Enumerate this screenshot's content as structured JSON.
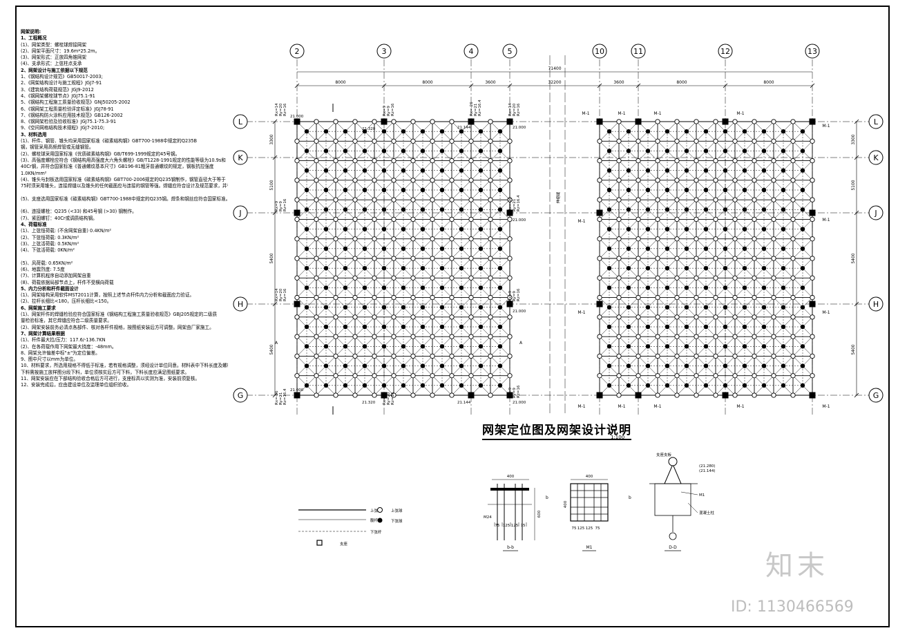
{
  "notes": [
    {
      "text": "网架说明:",
      "bold": true
    },
    {
      "text": "1、工程概况",
      "bold": true
    },
    {
      "text": "    (1)、网架类型：螺栓球焊接网架"
    },
    {
      "text": "    (2)、网架平面尺寸：19.6m*25.2m。"
    },
    {
      "text": "    (3)、网架形式：正放四角锥网架"
    },
    {
      "text": "    (4)、支承形式：上弦柱点支承"
    },
    {
      "text": "2、网架设计与施工依据以下规范",
      "bold": true
    },
    {
      "text": "  1、《钢结构设计规范》GB50017-2003;"
    },
    {
      "text": "  2、《网架结构设计与施工规程》JGJ7-91"
    },
    {
      "text": "  3、《建筑结构荷载规范》JGJ9-2012"
    },
    {
      "text": "  4、《钢网架螺栓球节点》JGJ75.1-91"
    },
    {
      "text": "  5、《钢结构工程施工质量验收规范》GNJ50205-2002"
    },
    {
      "text": "  6、《钢网架工程质量检验评定标准》JGJ78-91"
    },
    {
      "text": "  7、《钢结构防火涂料应用技术规范》GB126-2002"
    },
    {
      "text": "  8、《钢网架检验及验收标准》JGJ75.1-75.3-91"
    },
    {
      "text": "  9、《空间网格结构技术规程》JGJ7-2010;"
    },
    {
      "text": "3、材料选用",
      "bold": true
    },
    {
      "text": "    (1)、杆件、钢管、锥头均采用国家标准《碳素结构钢》GBT700-1988中规定的Q235B"
    },
    {
      "text": "钢，钢管采用高频焊管或无缝钢管。"
    },
    {
      "text": "    (2)、螺栓球采用国家标准《优质碳素结构钢》GB/T699-1999规定的45号钢。"
    },
    {
      "text": "    (3)、高强度螺栓应符合《钢结构用高强度大六角头螺栓》GB/T1228-1991规定的性能等级为10.9s和"
    },
    {
      "text": "40Cr钢，并符合国家标准《普通螺纹基本尺寸》GB196-81粗牙普通螺纹的规定，钢板抗拉强度"
    },
    {
      "text": "1.0KN/mm²"
    },
    {
      "text": "    (4)、锥头与封板选用国家标准《碳素结构钢》GBT700-2006规定的Q235钢制作，钢管直径大于等于"
    },
    {
      "text": "75时须采用锥头，连接焊缝以及锥头的任何截面应与连接的钢管等强。焊缝应符合设计及规范要求，并有试验报告。"
    },
    {
      "text": ""
    },
    {
      "text": "    (5)、支座选用国家标准《碳素结构钢》GBT700-1988中规定的Q235钢。焊条和钢丝应符合国家标准。"
    },
    {
      "text": ""
    },
    {
      "text": "    (6)、连接螺栓：Q235 (<33) 和45号钢 (>30) 钢制作。"
    },
    {
      "text": "    (7)、紧固螺钉：40Cr或调质结构钢。"
    },
    {
      "text": "4、荷载标准",
      "bold": true
    },
    {
      "text": "    (1)、上弦恒荷载: (不含网架自重)      0.4KN/m²"
    },
    {
      "text": "    (2)、下弦恒荷载:                        0.3KN/m²"
    },
    {
      "text": "    (3)、上弦活荷载:                        0.5KN/m²"
    },
    {
      "text": "    (4)、下弦活荷载:                        0KN/m²"
    },
    {
      "text": ""
    },
    {
      "text": "    (5)、风荷载:                            0.65KN/m²"
    },
    {
      "text": "    (6)、地震烈度:                          7.5度"
    },
    {
      "text": "    (7)、计算机程序自动添加网架自重"
    },
    {
      "text": "    (8)、荷载依据局部节点上，杆件不受横向荷载"
    },
    {
      "text": "5、内力分析和杆件截面设计",
      "bold": true
    },
    {
      "text": "    (1)、网架结构采用软件MST2011计算，按照上述节点杆件内力分析和截面应力验证。"
    },
    {
      "text": "    (2)、拉杆长细比<180，压杆长细比<150。"
    },
    {
      "text": "6、网架施工要求",
      "bold": true
    },
    {
      "text": "    (1)、网架杆件的焊缝检验应符合国家标准《钢结构工程施工质量验收规范》GBJ205规定的二级质"
    },
    {
      "text": "量检验标准，其它焊缝应符合二级质量要求。"
    },
    {
      "text": "    (2)、网架安装前务必清点各部件、核对各杆件规格，按图纸安装后方可调整。网架由厂家施工。"
    },
    {
      "text": "7、网架计算结果根据",
      "bold": true
    },
    {
      "text": "    (1)、杆件最大拉/压力：117.6/-136.7KN"
    },
    {
      "text": "    (2)、在各荷载作用下网架最大挠度：-48mm。"
    },
    {
      "text": "8、网架允许偏差中标\"±\"为定位偏差。"
    },
    {
      "text": "9、图中尺寸以mm为单位。"
    },
    {
      "text": "10、材料要求，所选用规格不得低于标准，若有规格调整，须经设计单位同意。材料表中下料长度及螺栓下料长度，"
    },
    {
      "text": "    下料需按施工放样图分段下料，单位须核实后方可下料，下料长度应满足图纸要求。"
    },
    {
      "text": "11、网架安装应在下部结构验收合格后方可进行，支座标高以实测为准，安装前须复核。"
    },
    {
      "text": "12、安装完成后，应由建设单位及监理单位组织验收。"
    }
  ],
  "plan": {
    "caption": "网架定位图及网架设计说明",
    "caption_scale": "1:100",
    "columns": [
      "2",
      "3",
      "4",
      "5",
      "10",
      "11",
      "12",
      "13"
    ],
    "rows": [
      "L",
      "K",
      "J",
      "H",
      "G"
    ],
    "overall_dim": "71400",
    "left_spans": [
      "8000",
      "8000",
      "3600"
    ],
    "gap_span": "32200",
    "right_spans": [
      "3600",
      "8000",
      "8000"
    ],
    "row_spans": [
      "3300",
      "5100",
      "5400",
      "5400"
    ],
    "support_mark": "M-1",
    "section_mark": "A",
    "node_elevations": [
      "21.000",
      "21.320",
      "21.144",
      "21.000"
    ],
    "reactions": [
      "Rx=14",
      "Ry=20",
      "Rz=16",
      "Rx=9",
      "Ry=9",
      "Rz=16",
      "Rx=-26",
      "Ry=21",
      "Rz=16.4"
    ],
    "gap_note": "伸缩缝"
  },
  "legend": {
    "upper_chord": "上弦杆",
    "web": "腹杆",
    "lower_chord": "下弦杆",
    "support": "支座",
    "upper_node": "上弦球",
    "lower_node": "下弦球"
  },
  "details": {
    "bb_title": "b-b",
    "bb_width": "400",
    "bb_dims": [
      "75",
      "125",
      "125",
      "75"
    ],
    "bb_height": "600",
    "bb_rod": "M24",
    "m1_title": "M1",
    "m1_width": "400",
    "m1_dims": [
      "75",
      "125",
      "125",
      "75"
    ],
    "m1_side": "400",
    "m1_mark": "b",
    "dd_title": "D-D",
    "dd_label": "支座支板",
    "dd_elev1": "(21.280)",
    "dd_elev2": "(21.144)",
    "dd_plate": "M1",
    "dd_note": "混凝土柱"
  },
  "watermark": {
    "brand": "知末",
    "id": "ID: 1130466569"
  }
}
